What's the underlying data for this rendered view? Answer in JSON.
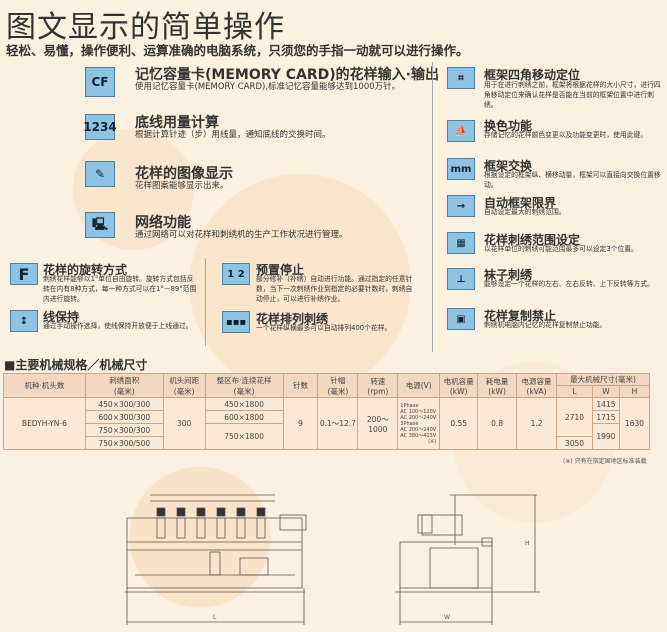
{
  "title": "图文显示的简单操作",
  "subtitle": "轻松、易懂，操作便利、运算准确的电脑系统，只须您的手指一动就可以进行操作。",
  "left_features": [
    {
      "icon": "memory-card-icon",
      "glyph": "CF",
      "title": "记忆容量卡(MEMORY CARD)的花样输入·输出",
      "desc": "使用记忆容量卡(MEMORY CARD),标准记忆容量能够达到1000万针。"
    },
    {
      "icon": "counter-icon",
      "glyph": "1234",
      "title": "底线用量计算",
      "desc": "根据计算针迹（步）用线量，通知底线的交换时间。"
    },
    {
      "icon": "pen-icon",
      "glyph": "✎",
      "title": "花样的图像显示",
      "desc": "花样图案能够显示出来。"
    },
    {
      "icon": "network-icon",
      "glyph": "🖳",
      "title": "网络功能",
      "desc": "通过网络可以对花样和刺绣机的生产工作状况进行管理。"
    }
  ],
  "right_features": [
    {
      "icon": "frame-move-icon",
      "glyph": "⌗",
      "title": "框架四角移动定位",
      "desc": "用于在进行刺绣之前，框架将根据花样的大小尺寸，进行四角移动定位来确认花样是否能在当前的框架位置中进行刺绣。"
    },
    {
      "icon": "color-change-icon",
      "glyph": "⛵",
      "title": "换色功能",
      "desc": "存储记忆的花样颜色变更以及功能变更时，使用此键。"
    },
    {
      "icon": "frame-exchange-icon",
      "glyph": "mm",
      "title": "框架交换",
      "desc": "根据设定的框架纵、横移动量，框架可以直接向交换位置移动。"
    },
    {
      "icon": "frame-limit-icon",
      "glyph": "→",
      "title": "自动框架限界",
      "desc": "自动设定最大的刺绣范围。"
    },
    {
      "icon": "range-setting-icon",
      "glyph": "▦",
      "title": "花样刺绣范围设定",
      "desc": "以花样单位的刺绣可能范围最多可以设定3个位置。"
    },
    {
      "icon": "sock-icon",
      "glyph": "⊥",
      "title": "袜子刺绣",
      "desc": "能够设定一个花样的左右、左右反转、上下反转等方式。"
    },
    {
      "icon": "copy-protect-icon",
      "glyph": "▣",
      "title": "花样复制禁止",
      "desc": "刺绣机电脑内记忆的花样复制禁止功能。"
    }
  ],
  "bottom_features": [
    {
      "icon": "rotation-icon",
      "glyph": "F",
      "title": "花样的旋转方式",
      "desc": "刺绣花样能够以1°单位自由旋转。旋转方式包括反转在内有8种方式，每一种方式可以在1°－89°范围内进行旋转。"
    },
    {
      "icon": "thread-hold-icon",
      "glyph": "↕",
      "title": "线保持",
      "desc": "通过手动操作选择，使线保持开放便于上线通过。"
    },
    {
      "icon": "preset-stop-icon",
      "glyph": "1 2",
      "title": "预置停止",
      "desc": "部分修补（补绣）自动进行功能。通过指定的任意针数，当下一次刺绣作业到指定的必要针数时，刺绣自动停止，可以进行补绣作业。"
    },
    {
      "icon": "pattern-array-icon",
      "glyph": "▪▪▪",
      "title": "花样排列刺绣",
      "desc": "一个花样纵横最多可以自动排列400个花样。"
    }
  ],
  "spec": {
    "heading": "■主要机械规格／机械尺寸",
    "headers": [
      "机种·机头数",
      "刺绣面积\n(毫米)",
      "机头间距\n(毫米)",
      "整区布·连续花样\n(毫米)",
      "针数",
      "针幅\n(毫米)",
      "转速\n(rpm)",
      "电源(V)",
      "电机容量\n(kW)",
      "耗电量\n(kW)",
      "电源容量\n(kVA)",
      "最大机械尺寸(毫米)"
    ],
    "dims": [
      "L",
      "W",
      "H"
    ],
    "model": "BEDYH-YN-6",
    "areas": [
      "450×300/300",
      "600×300/300",
      "750×300/300",
      "750×300/500"
    ],
    "head_pitch": "300",
    "borders": [
      "450×1800",
      "600×1800",
      "750×1800"
    ],
    "needles": "9",
    "stitch": "0.1～12.7",
    "speed": "200～1000",
    "power": [
      "1Phase",
      "AC 100～120V",
      "AC 200～240V",
      "3Phase",
      "AC 200～240V",
      "AC 380～415V",
      "(※)"
    ],
    "motor": "0.55",
    "consumption": "0.8",
    "capacity": "1.2",
    "L": [
      "2710",
      "3050"
    ],
    "W": [
      "1415",
      "1715",
      "1990"
    ],
    "H": "1630",
    "note": "(※) 只有在指定国地区标准装载"
  },
  "diagram": {
    "L": "L",
    "W": "W",
    "H": "H"
  }
}
